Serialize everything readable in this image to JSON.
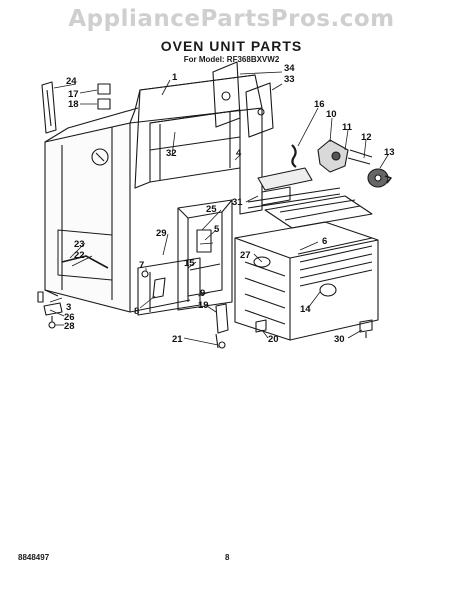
{
  "watermark": "AppliancePartsPros.com",
  "title": "OVEN UNIT PARTS",
  "subtitle": "For Model: RF368BXVW2",
  "callouts": [
    "1",
    "3",
    "4",
    "5",
    "6",
    "7",
    "8",
    "9",
    "10",
    "11",
    "12",
    "13",
    "14",
    "15",
    "16",
    "17",
    "18",
    "19",
    "20",
    "21",
    "22",
    "23",
    "24",
    "25",
    "26",
    "27",
    "28",
    "29",
    "30",
    "31",
    "32",
    "33",
    "34"
  ],
  "footer": {
    "doc_number": "8848497",
    "page_number": "8"
  }
}
